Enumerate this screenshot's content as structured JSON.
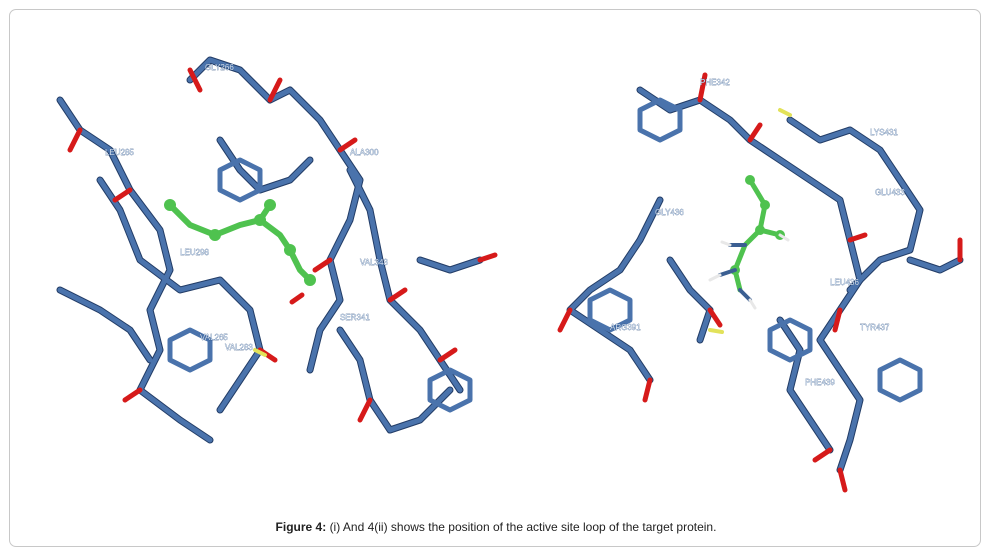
{
  "figure": {
    "caption_label": "Figure 4:",
    "caption_text": "(i) And 4(ii) shows the position of the active site loop of the target protein."
  },
  "colors": {
    "bond": "#3b5f92",
    "bond_dark": "#223c66",
    "oxygen": "#d61a1a",
    "ligand": "#4fc24f",
    "sulfur": "#e2e25a",
    "hydrogen": "#e8e8e8"
  },
  "left_panel": {
    "residue_labels": [
      "LEU285",
      "VAL343",
      "SER341",
      "LEU298",
      "VAL265",
      "VAL283",
      "ALA300",
      "GLY266"
    ]
  },
  "right_panel": {
    "residue_labels": [
      "PHE342",
      "LYS431",
      "GLU433",
      "PHE439",
      "TYR437",
      "LEU436",
      "ARG391",
      "GLY436"
    ]
  }
}
